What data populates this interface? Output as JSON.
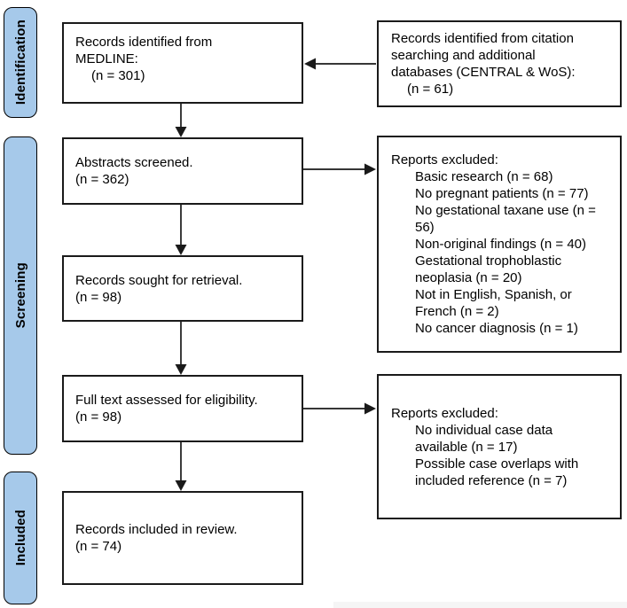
{
  "stages": [
    {
      "label": "Identification"
    },
    {
      "label": "Screening"
    },
    {
      "label": "Included"
    }
  ],
  "flow": {
    "medline": {
      "line1": "Records identified from",
      "line2": "MEDLINE:",
      "count": "(n = 301)"
    },
    "citation": {
      "line1": "Records identified from citation",
      "line2": "searching and additional",
      "line3": "databases (CENTRAL & WoS):",
      "count": "(n = 61)"
    },
    "screened": {
      "line1": "Abstracts screened.",
      "count": "(n = 362)"
    },
    "excluded1": {
      "heading": "Reports excluded:",
      "items": [
        "Basic research (n = 68)",
        "No pregnant patients (n = 77)",
        "No gestational taxane use (n = 56)",
        "Non-original findings (n = 40)",
        "Gestational trophoblastic neoplasia (n = 20)",
        "Not in English, Spanish, or French (n = 2)",
        "No cancer diagnosis (n = 1)"
      ]
    },
    "retrieval": {
      "line1": "Records sought for retrieval.",
      "count": "(n = 98)"
    },
    "fulltext": {
      "line1": "Full text assessed for eligibility.",
      "count": "(n = 98)"
    },
    "excluded2": {
      "heading": "Reports excluded:",
      "items": [
        "No individual case data available (n = 17)",
        "Possible case overlaps with included reference (n = 7)"
      ]
    },
    "included": {
      "line1": "Records included in review.",
      "count": "(n = 74)"
    }
  },
  "colors": {
    "stage_fill": "#a6c9ea",
    "border": "#000000",
    "background": "#ffffff"
  }
}
